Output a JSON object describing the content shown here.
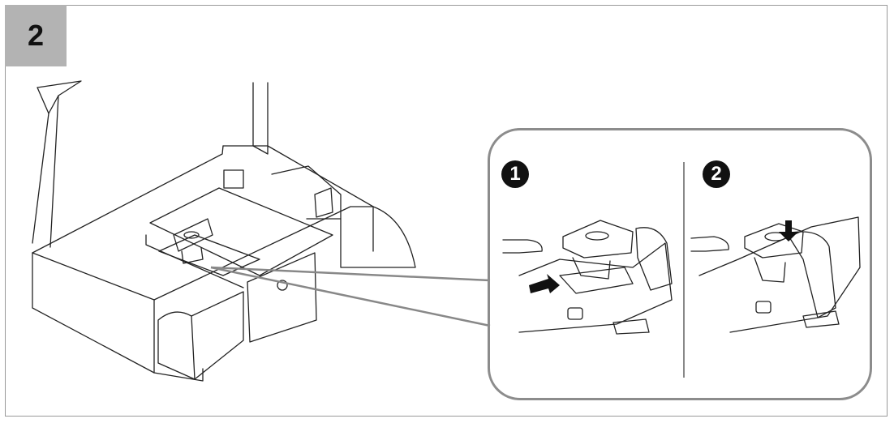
{
  "step": {
    "number": "2"
  },
  "substeps": [
    {
      "number": "1"
    },
    {
      "number": "2"
    }
  ],
  "colors": {
    "frame": "#9a9a9a",
    "badge_background": "#b3b3b3",
    "callout_border": "#8c8c8c",
    "line_art": "#222222"
  }
}
